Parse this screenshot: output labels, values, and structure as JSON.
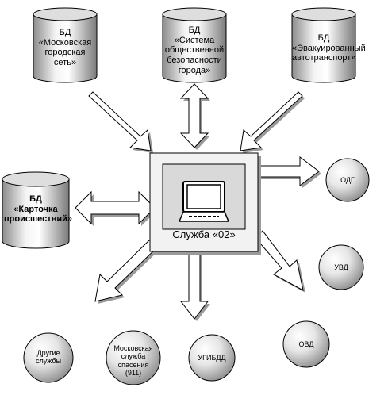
{
  "databases": [
    {
      "id": "moscow-city-network",
      "title": "БД",
      "name": "«Московская городская сеть»"
    },
    {
      "id": "public-safety-system",
      "title": "БД",
      "name": "«Система общественной безопасности города»"
    },
    {
      "id": "evacuated-vehicles",
      "title": "БД",
      "name": "«Эвакуированный автотранспорт»"
    },
    {
      "id": "incident-card",
      "title": "БД",
      "name": "«Карточка происшествий»"
    }
  ],
  "center": {
    "label": "Служба «02»",
    "icon": "computer-icon"
  },
  "services": [
    {
      "id": "odg",
      "label": "ОДГ"
    },
    {
      "id": "uvd",
      "label": "УВД"
    },
    {
      "id": "ovd",
      "label": "ОВД"
    },
    {
      "id": "ugibdd",
      "label": "УГИБДД"
    },
    {
      "id": "moscow-rescue",
      "label": "Московская служба спасения (911)"
    },
    {
      "id": "other-services",
      "label": "Другие службы"
    }
  ],
  "colors": {
    "arrow_fill": "#ffffff",
    "stroke": "#000000",
    "shadow": "#9a9a9a",
    "center_box": "#f2f2f2",
    "inner_box": "#d9d9d9"
  }
}
